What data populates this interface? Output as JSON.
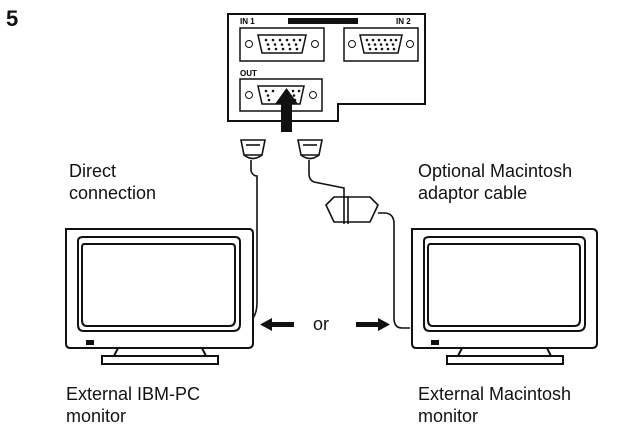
{
  "step_number": "5",
  "panel": {
    "label_in1": "IN 1",
    "label_in2": "IN 2",
    "label_out": "OUT",
    "strip_text": ""
  },
  "labels": {
    "direct_line1": "Direct",
    "direct_line2": "connection",
    "optional_line1": "Optional Macintosh",
    "optional_line2": "adaptor cable",
    "or_text": "or",
    "ibm_line1": "External IBM-PC",
    "ibm_line2": "monitor",
    "mac_line1": "External Macintosh",
    "mac_line2": "monitor"
  }
}
